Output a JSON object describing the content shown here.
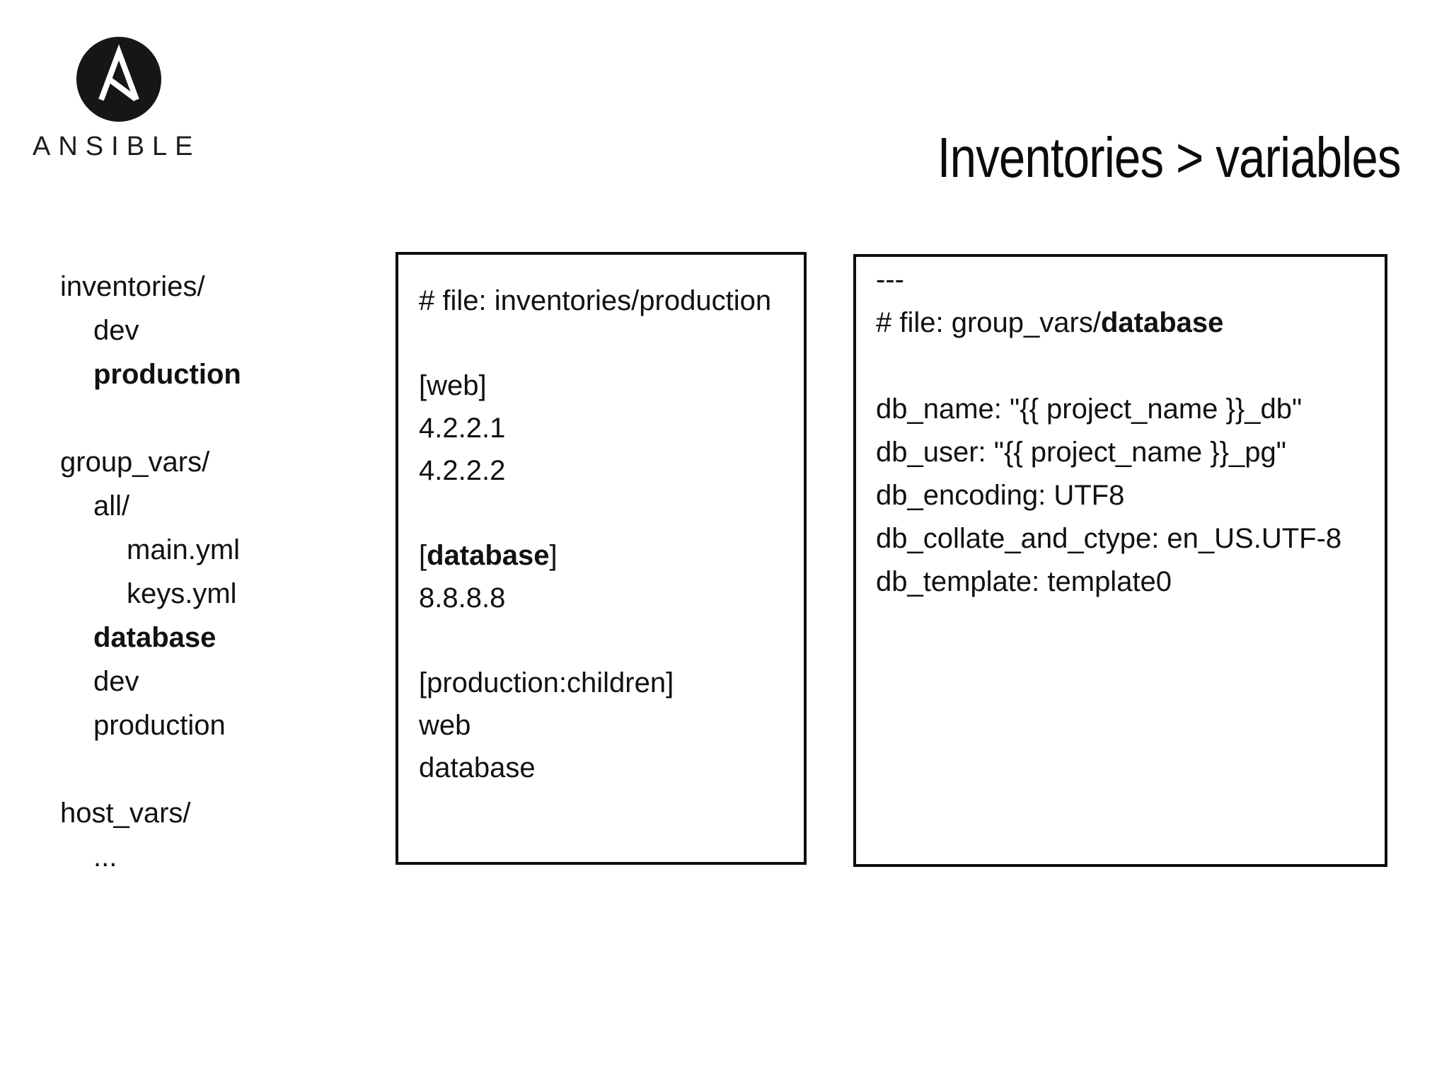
{
  "logo": {
    "brand": "ANSIBLE",
    "symbol": "ansible-a",
    "colors": {
      "circle": "#161616",
      "glyph": "#ffffff"
    }
  },
  "title": "Inventories > variables",
  "colors": {
    "text": "#111111",
    "box_border": "#0d0d0d",
    "background": "#ffffff"
  },
  "file_tree": {
    "items": [
      {
        "text": "inventories/",
        "indent": 0,
        "bold": false
      },
      {
        "text": "dev",
        "indent": 1,
        "bold": false
      },
      {
        "text": "production",
        "indent": 1,
        "bold": true
      },
      {
        "text": "",
        "indent": 0,
        "bold": false
      },
      {
        "text": "group_vars/",
        "indent": 0,
        "bold": false
      },
      {
        "text": "all/",
        "indent": 1,
        "bold": false
      },
      {
        "text": "main.yml",
        "indent": 2,
        "bold": false
      },
      {
        "text": "keys.yml",
        "indent": 2,
        "bold": false
      },
      {
        "text": "database",
        "indent": 1,
        "bold": true
      },
      {
        "text": "dev",
        "indent": 1,
        "bold": false
      },
      {
        "text": "production",
        "indent": 1,
        "bold": false
      },
      {
        "text": "",
        "indent": 0,
        "bold": false
      },
      {
        "text": "host_vars/",
        "indent": 0,
        "bold": false
      },
      {
        "text": "...",
        "indent": 1,
        "bold": false
      }
    ]
  },
  "inventory_box": {
    "lines": [
      [
        {
          "t": "# file: inventories/production"
        }
      ],
      [],
      [
        {
          "t": "[web]"
        }
      ],
      [
        {
          "t": "4.2.2.1"
        }
      ],
      [
        {
          "t": "4.2.2.2"
        }
      ],
      [],
      [
        {
          "t": "["
        },
        {
          "t": "database",
          "b": true
        },
        {
          "t": "]"
        }
      ],
      [
        {
          "t": "8.8.8.8"
        }
      ],
      [],
      [
        {
          "t": "[production:children]"
        }
      ],
      [
        {
          "t": "web"
        }
      ],
      [
        {
          "t": "database"
        }
      ]
    ]
  },
  "group_vars_box": {
    "lines": [
      [
        {
          "t": "---"
        }
      ],
      [
        {
          "t": "# file: group_vars/"
        },
        {
          "t": "database",
          "b": true
        }
      ],
      [],
      [
        {
          "t": "db_name: \"{{ project_name }}_db\""
        }
      ],
      [
        {
          "t": "db_user: \"{{ project_name }}_pg\""
        }
      ],
      [
        {
          "t": "db_encoding: UTF8"
        }
      ],
      [
        {
          "t": "db_collate_and_ctype: en_US.UTF-8"
        }
      ],
      [
        {
          "t": "db_template: template0"
        }
      ]
    ]
  }
}
